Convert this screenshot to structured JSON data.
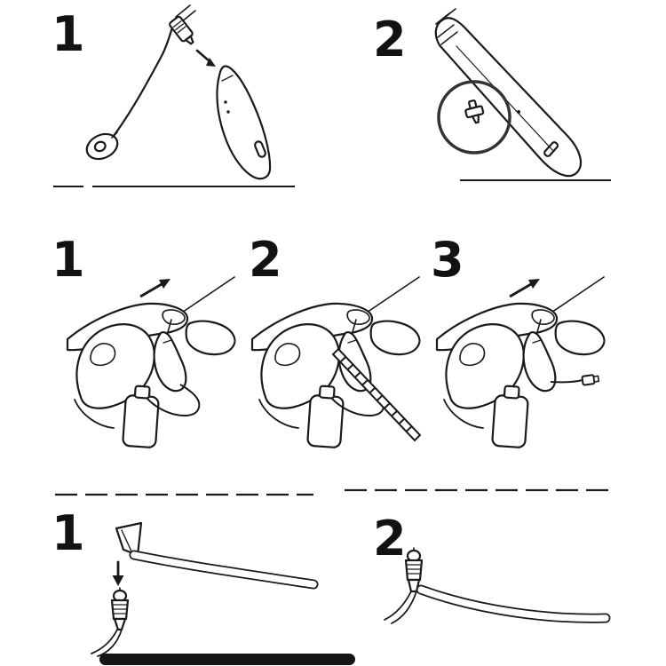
{
  "colors": {
    "ink": "#1a1a1a",
    "paper": "#ffffff",
    "footer_bar": "#161616"
  },
  "sections": [
    {
      "id": "attach-receiver-to-device",
      "steps": [
        {
          "number": "1"
        },
        {
          "number": "2"
        }
      ]
    },
    {
      "id": "release-wire-with-tool",
      "steps": [
        {
          "number": "1"
        },
        {
          "number": "2"
        },
        {
          "number": "3"
        }
      ]
    },
    {
      "id": "fit-tube-to-connector",
      "steps": [
        {
          "number": "1"
        },
        {
          "number": "2"
        }
      ]
    }
  ]
}
